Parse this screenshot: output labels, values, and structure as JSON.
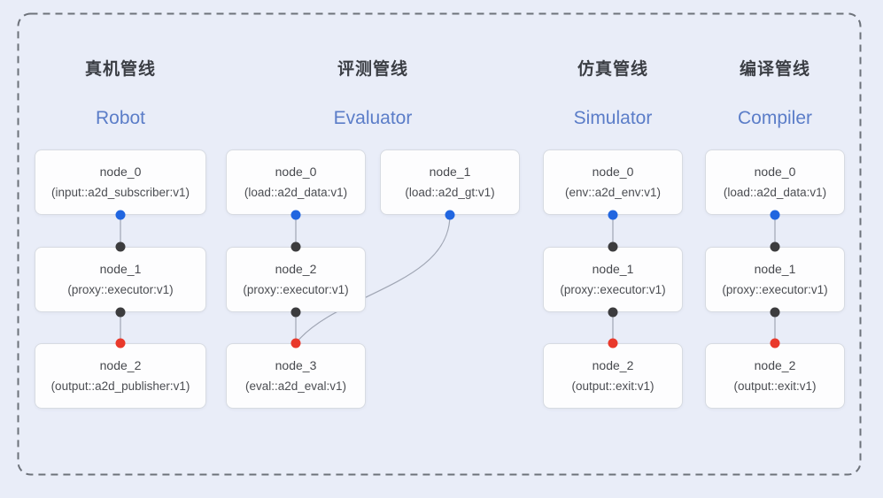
{
  "colors": {
    "background": "#e9edf8",
    "dashed_border": "#6d727a",
    "connector": "#a0a6b4",
    "node_background": "#fdfdfe",
    "node_border": "#d7dbe2",
    "cn_title": "#3b3e44",
    "en_title": "#5b7dc8",
    "node_text": "#47494e",
    "port_output_blue": "#2166e0",
    "port_mid_black": "#3c3c3e",
    "port_input_red": "#e9392b"
  },
  "pipelines": [
    {
      "title_cn": "真机管线",
      "title_en": "Robot",
      "nodes": [
        {
          "name": "node_0",
          "type": "(input::a2d_subscriber:v1)"
        },
        {
          "name": "node_1",
          "type": "(proxy::executor:v1)"
        },
        {
          "name": "node_2",
          "type": "(output::a2d_publisher:v1)"
        }
      ]
    },
    {
      "title_cn": "评测管线",
      "title_en": "Evaluator",
      "nodes": [
        {
          "name": "node_0",
          "type": "(load::a2d_data:v1)"
        },
        {
          "name": "node_1",
          "type": "(load::a2d_gt:v1)"
        },
        {
          "name": "node_2",
          "type": "(proxy::executor:v1)"
        },
        {
          "name": "node_3",
          "type": "(eval::a2d_eval:v1)"
        }
      ]
    },
    {
      "title_cn": "仿真管线",
      "title_en": "Simulator",
      "nodes": [
        {
          "name": "node_0",
          "type": "(env::a2d_env:v1)"
        },
        {
          "name": "node_1",
          "type": "(proxy::executor:v1)"
        },
        {
          "name": "node_2",
          "type": "(output::exit:v1)"
        }
      ]
    },
    {
      "title_cn": "编译管线",
      "title_en": "Compiler",
      "nodes": [
        {
          "name": "node_0",
          "type": "(load::a2d_data:v1)"
        },
        {
          "name": "node_1",
          "type": "(proxy::executor:v1)"
        },
        {
          "name": "node_2",
          "type": "(output::exit:v1)"
        }
      ]
    }
  ]
}
